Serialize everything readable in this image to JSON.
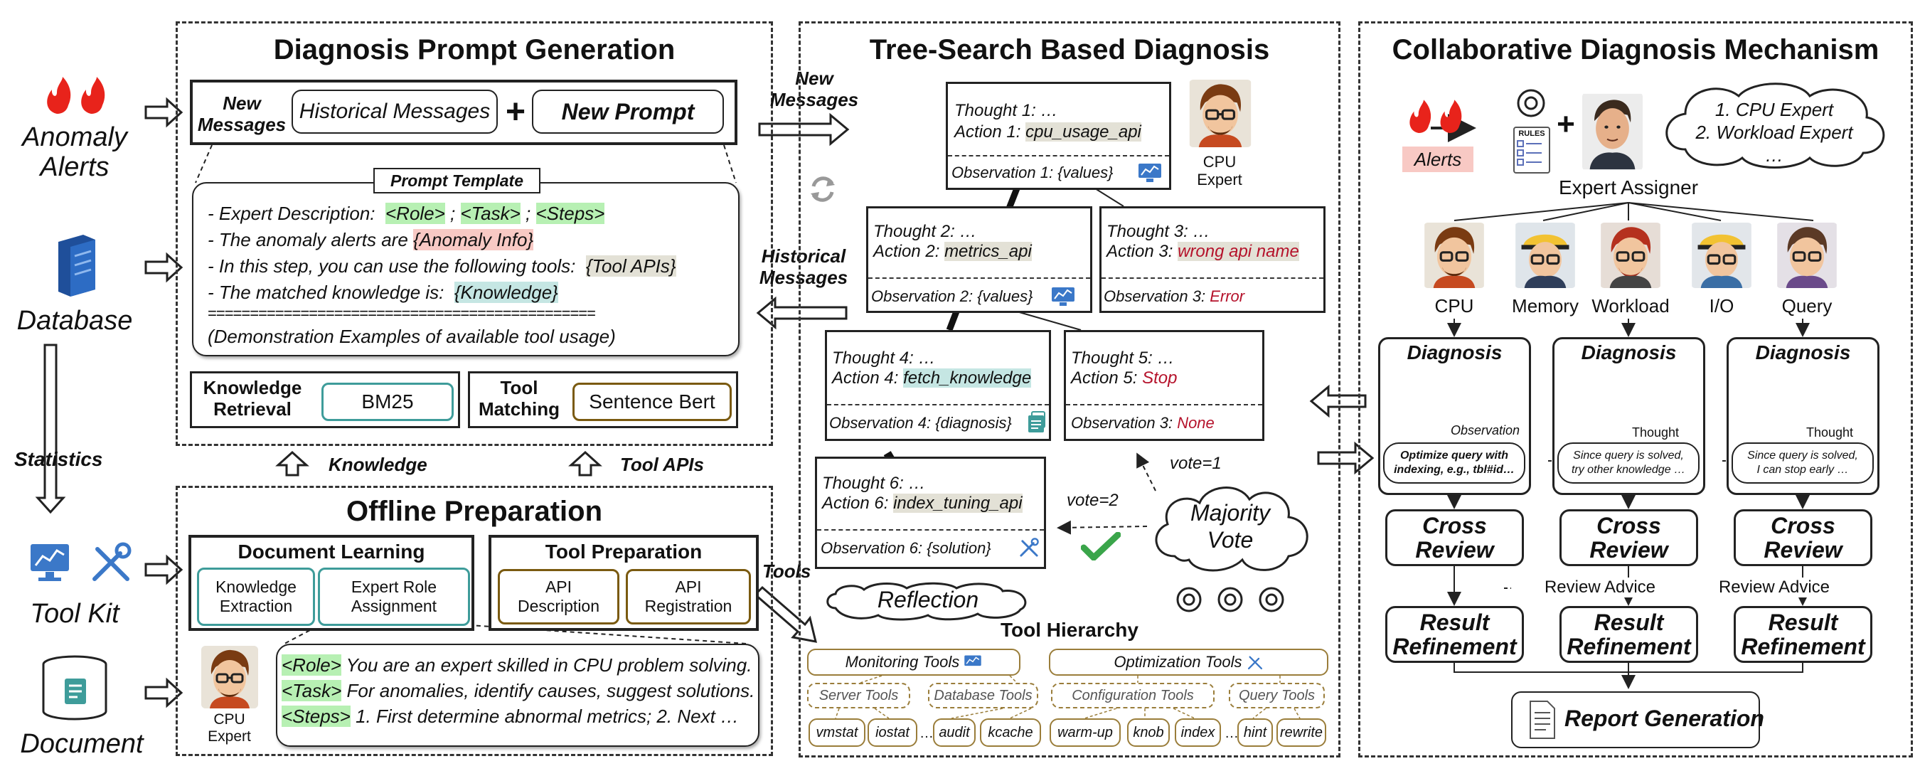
{
  "left": {
    "anomaly_alerts": "Anomaly\nAlerts",
    "database": "Database",
    "statistics": "Statistics",
    "tool_kit": "Tool Kit",
    "document": "Document"
  },
  "prompt_gen": {
    "title": "Diagnosis Prompt Generation",
    "new_messages": "New\nMessages",
    "historical_messages": "Historical Messages",
    "plus": "+",
    "new_prompt": "New Prompt",
    "template_label": "Prompt Template",
    "lines": {
      "l1_pre": "- Expert Description:",
      "l1_role": "<Role>",
      "l1_sep1": " ; ",
      "l1_task": "<Task>",
      "l1_sep2": " ; ",
      "l1_steps": "<Steps>",
      "l2_pre": "- The anomaly alerts are ",
      "l2_hl": "{Anomaly Info}",
      "l3_pre": "- In this step, you can use the following tools:",
      "l3_hl": "{Tool APIs}",
      "l4_pre": "- The matched knowledge is:",
      "l4_hl": "{Knowledge}",
      "l5": "==============================================",
      "l6": "(Demonstration Examples of available tool usage)"
    },
    "knowledge_retrieval": "Knowledge\nRetrieval",
    "bm25": "BM25",
    "tool_matching": "Tool\nMatching",
    "sentence_bert": "Sentence Bert"
  },
  "mid_labels": {
    "knowledge": "Knowledge",
    "tool_apis": "Tool APIs",
    "new_messages": "New\nMessages",
    "historical_messages": "Historical\nMessages",
    "tools": "Tools"
  },
  "offline": {
    "title": "Offline Preparation",
    "doc_learning": "Document Learning",
    "knowledge_extraction": "Knowledge\nExtraction",
    "expert_role_assignment": "Expert Role\nAssignment",
    "tool_prep": "Tool Preparation",
    "api_description": "API\nDescription",
    "api_registration": "API\nRegistration",
    "cpu_expert": "CPU\nExpert",
    "role_tag": "<Role>",
    "role_text": " You are an expert skilled in CPU problem solving.",
    "task_tag": "<Task>",
    "task_text": " For anomalies, identify causes, suggest solutions.",
    "steps_tag": "<Steps>",
    "steps_text": " 1. First determine abnormal metrics; 2. Next …"
  },
  "tree": {
    "title": "Tree-Search Based Diagnosis",
    "n1": {
      "thought": "Thought 1: …",
      "action_pre": "Action 1: ",
      "action": "cpu_usage_api",
      "obs": "Observation 1: {values}"
    },
    "cpu_expert": "CPU\nExpert",
    "n2": {
      "thought": "Thought 2: …",
      "action_pre": "Action 2: ",
      "action": "metrics_api",
      "obs": "Observation 2: {values}"
    },
    "n3": {
      "thought": "Thought 3: …",
      "action_pre": "Action 3: ",
      "action": "wrong api name",
      "obs_pre": "Observation 3: ",
      "obs": "Error"
    },
    "n4": {
      "thought": "Thought 4: …",
      "action_pre": "Action 4: ",
      "action": "fetch_knowledge",
      "obs": "Observation 4: {diagnosis}"
    },
    "n5": {
      "thought": "Thought 5: …",
      "action_pre": "Action 5: ",
      "action": "Stop",
      "obs_pre": "Observation 3: ",
      "obs": "None"
    },
    "n6": {
      "thought": "Thought 6: …",
      "action_pre": "Action 6: ",
      "action": "index_tuning_api",
      "obs": "Observation 6: {solution}"
    },
    "vote1": "vote=1",
    "vote2": "vote=2",
    "majority_vote": "Majority\nVote",
    "reflection": "Reflection",
    "tool_hierarchy": "Tool Hierarchy",
    "monitoring_tools": "Monitoring Tools",
    "optimization_tools": "Optimization Tools",
    "server_tools": "Server Tools",
    "database_tools": "Database Tools",
    "configuration_tools": "Configuration Tools",
    "query_tools": "Query Tools",
    "leaves": [
      "vmstat",
      "iostat",
      "audit",
      "kcache",
      "warm-up",
      "knob",
      "index",
      "hint",
      "rewrite"
    ],
    "ellipsis": "…"
  },
  "collab": {
    "title": "Collaborative Diagnosis Mechanism",
    "alerts": "Alerts",
    "rules": "RULES",
    "experts_list": "1. CPU Expert\n2. Workload Expert\n…",
    "expert_assigner": "Expert Assigner",
    "experts": [
      "CPU",
      "Memory",
      "Workload",
      "I/O",
      "Query"
    ],
    "diagnosis": "Diagnosis",
    "observation": "Observation",
    "thought": "Thought",
    "bubble1": "Optimize query with\nindexing, e.g., tbl#id…",
    "bubble2": "Since query is solved,\ntry other knowledge …",
    "bubble3": "Since query is solved,\nI can stop early …",
    "cross_review": "Cross\nReview",
    "review_advice": "Review Advice",
    "result_refinement": "Result\nRefinement",
    "report_generation": "Report Generation"
  },
  "colors": {
    "fire": "#e8231b",
    "teal": "#3e9c9a",
    "brown": "#7a5a10",
    "hl_green": "#b7f0b3",
    "hl_red": "#f8c9c4",
    "hl_gray": "#e3e1d6",
    "hl_blue": "#c5e6e3",
    "error_red": "#b5122b",
    "icon_blue": "#3b78c8"
  }
}
